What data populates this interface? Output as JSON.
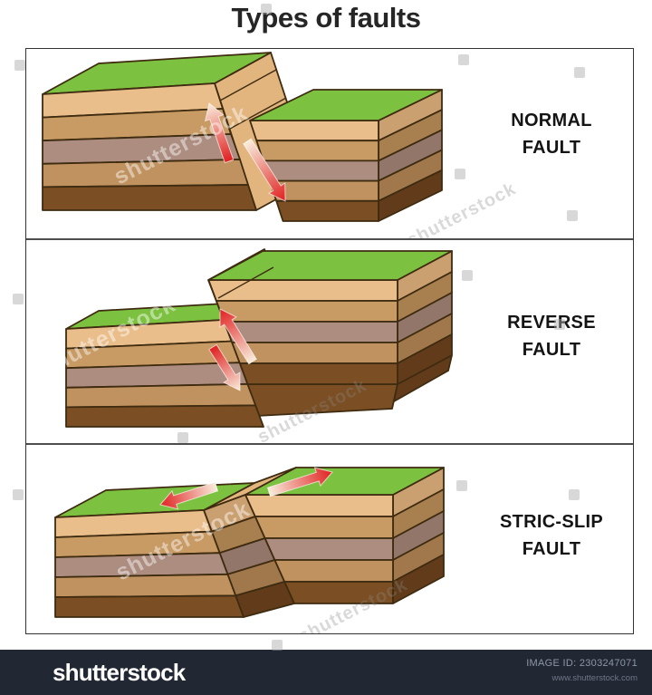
{
  "title": "Types of faults",
  "panels": [
    {
      "name": "normal-fault",
      "label": [
        "NORMAL",
        "FAULT"
      ]
    },
    {
      "name": "reverse-fault",
      "label": [
        "REVERSE",
        "FAULT"
      ]
    },
    {
      "name": "strike-slip-fault",
      "label": [
        "STRIC-SLIP",
        "FAULT"
      ]
    }
  ],
  "watermark": {
    "text": "shutterstock"
  },
  "footer": {
    "logo": "shutterstock",
    "image_id": "IMAGE ID: 2303247071",
    "site": "www.shutterstock.com"
  },
  "colors": {
    "surface_green": "#7CC13F",
    "layers": [
      "#EABE8B",
      "#C89A64",
      "#AC8D80",
      "#C0925F",
      "#7B4E23"
    ],
    "layers_side": [
      "#CBA071",
      "#A87F4F",
      "#927669",
      "#A1784C",
      "#623C1A"
    ],
    "fault_plane": "#E2B57E",
    "outline": "#3E2B10",
    "arrow_red": "#E02020",
    "arrow_cream": "#F9EDDC",
    "footer_bg": "#222833"
  }
}
